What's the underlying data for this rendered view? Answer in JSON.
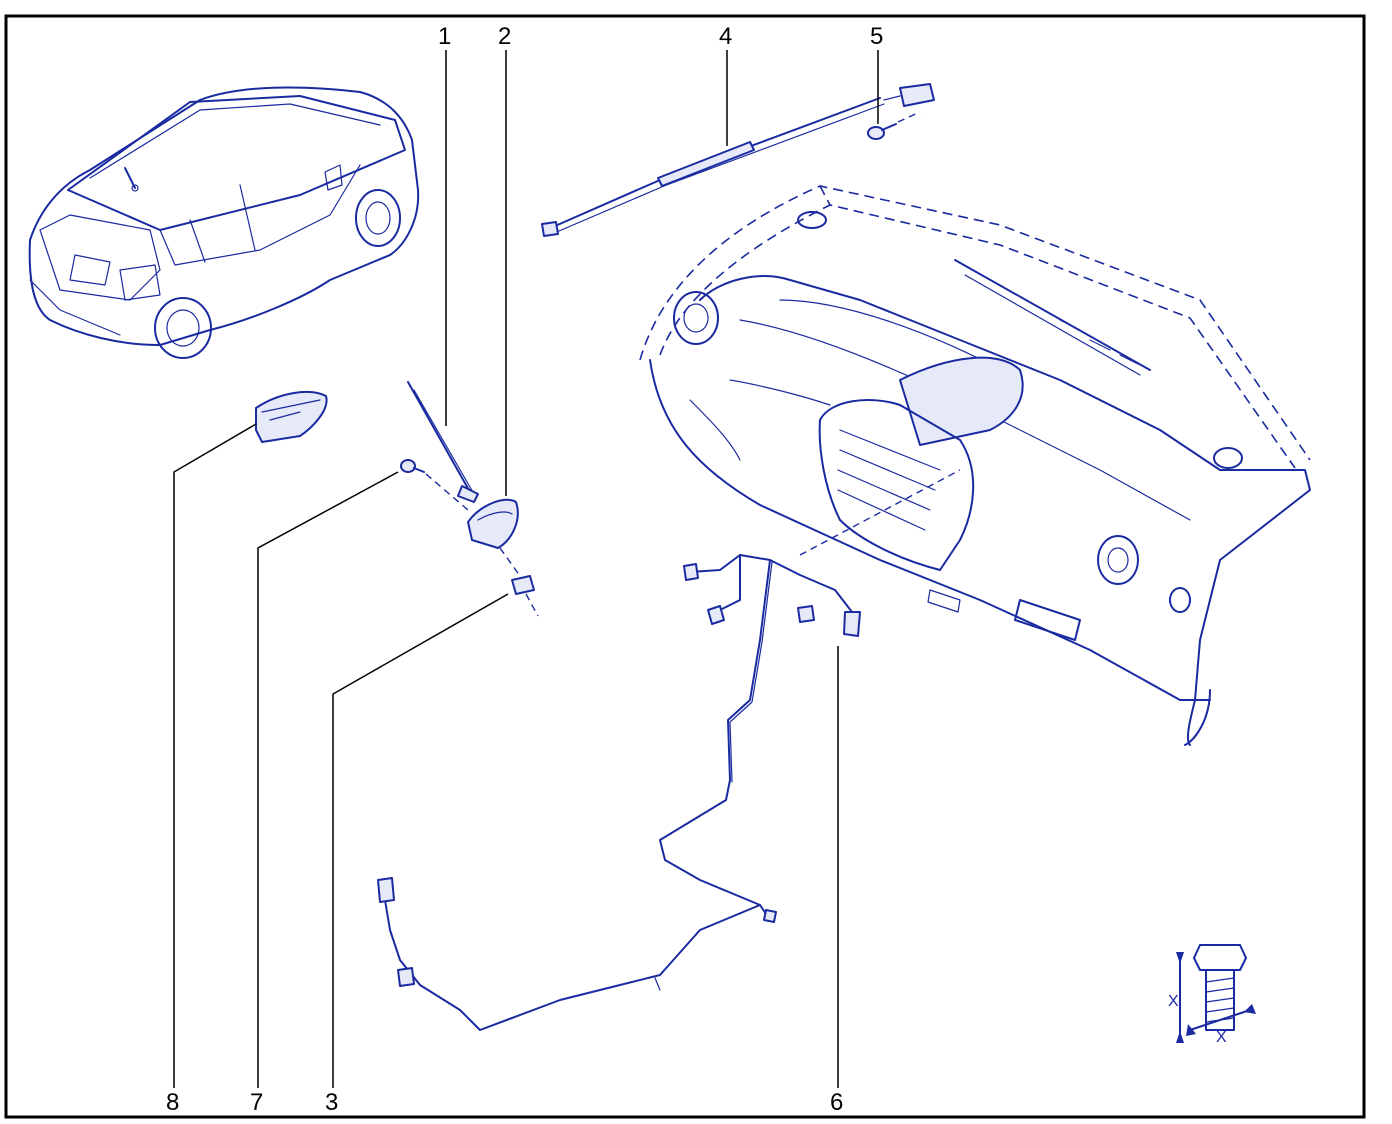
{
  "diagram": {
    "callouts": {
      "c1": "1",
      "c2": "2",
      "c3": "3",
      "c4": "4",
      "c5": "5",
      "c6": "6",
      "c7": "7",
      "c8": "8"
    },
    "torque_symbol": {
      "label_vertical": "X",
      "label_horizontal": "X"
    }
  }
}
